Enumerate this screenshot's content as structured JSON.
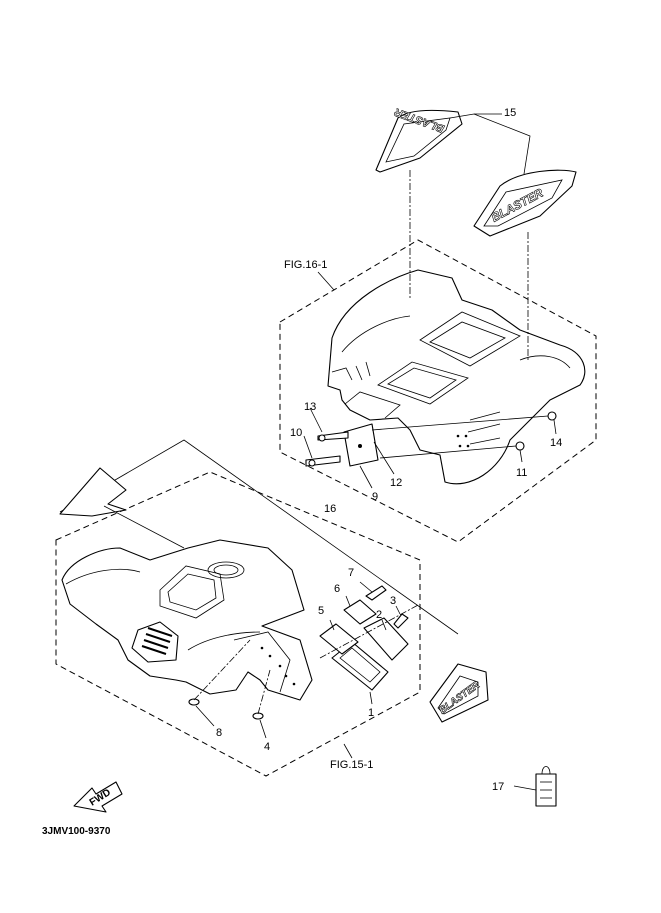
{
  "figure_refs": {
    "rear_fender": "FIG.16-1",
    "front_fender": "FIG.15-1"
  },
  "callouts": {
    "n1": "1",
    "n2": "2",
    "n3": "3",
    "n4": "4",
    "n5": "5",
    "n6": "6",
    "n7": "7",
    "n8": "8",
    "n9": "9",
    "n10": "10",
    "n11": "11",
    "n12": "12",
    "n13": "13",
    "n14": "14",
    "n15": "15",
    "n16": "16",
    "n17": "17"
  },
  "emblem_text": "BLASTER",
  "direction_label": "FWD",
  "diagram_code": "3JMV100-9370"
}
